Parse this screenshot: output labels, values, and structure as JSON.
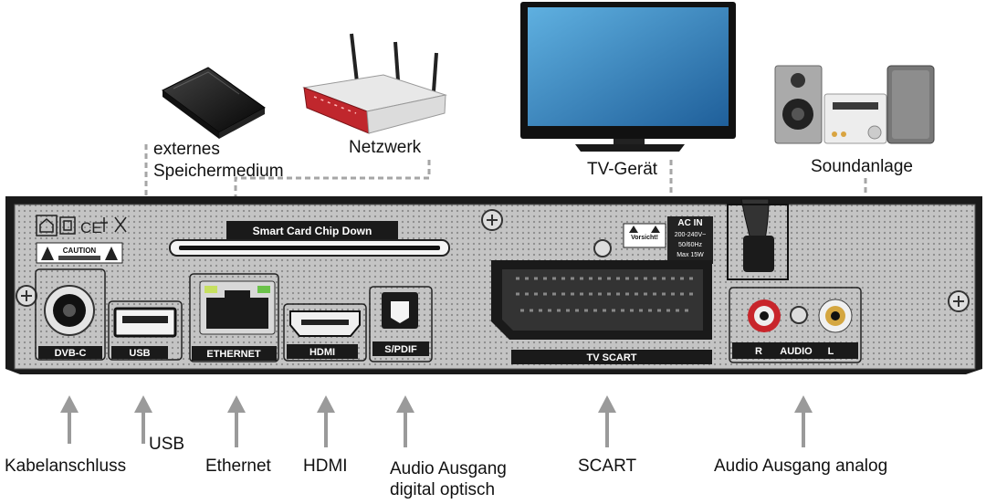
{
  "top_labels": {
    "storage_line1": "externes",
    "storage_line2": "Speichermedium",
    "network": "Netzwerk",
    "tv": "TV-Gerät",
    "sound": "Soundanlage"
  },
  "bottom_labels": {
    "cable": "Kabelanschluss",
    "usb": "USB",
    "ethernet": "Ethernet",
    "hdmi": "HDMI",
    "audio_digital_line1": "Audio Ausgang",
    "audio_digital_line2": "digital optisch",
    "scart": "SCART",
    "audio_analog": "Audio Ausgang analog"
  },
  "panel": {
    "smart_card": "Smart Card Chip Down",
    "caution": "CAUTION",
    "ac_in": "AC IN",
    "ac_voltage": "200-240V~",
    "ac_freq": "50/60Hz",
    "ac_power": "Max 15W",
    "warning": "Vorsicht!"
  },
  "ports": {
    "dvbc": "DVB-C",
    "usb": "USB",
    "ethernet": "ETHERNET",
    "hdmi": "HDMI",
    "spdif": "S/PDIF",
    "scart": "TV SCART",
    "audio_r": "R",
    "audio": "AUDIO",
    "audio_l": "L"
  },
  "colors": {
    "panel": "#bfbfbf",
    "frame": "#1a1a1a",
    "router_red": "#c0272d",
    "tv_screen": "#3a8fc8"
  }
}
